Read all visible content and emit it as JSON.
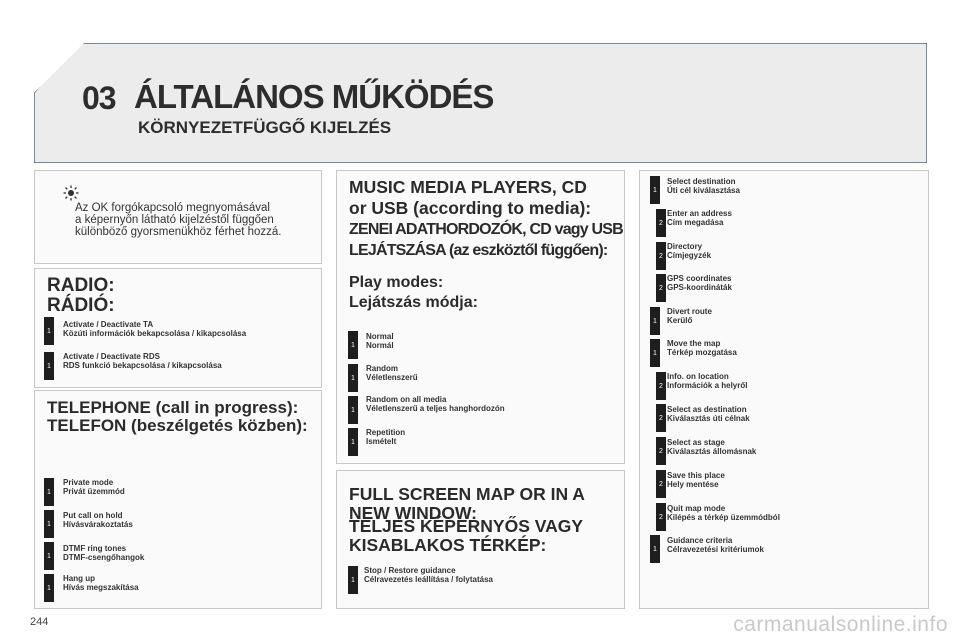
{
  "header": {
    "chapter": "03",
    "title": "ÁLTALÁNOS MŰKÖDÉS",
    "subtitle": "KÖRNYEZETFÜGGŐ KIJELZÉS"
  },
  "note": {
    "icon": "sun-bulb-icon",
    "lines": [
      "Az OK forgókapcsoló megnyomásával",
      "a képernyőn látható kijelzéstől függően",
      "különböző gyorsmenükhöz férhet hozzá."
    ]
  },
  "radio": {
    "title1": "RADIO:",
    "title2": "RÁDIÓ:",
    "items": [
      {
        "badge": "1",
        "en": "Activate / Deactivate TA",
        "hu": "Közúti információk bekapcsolása / kikapcsolása"
      },
      {
        "badge": "1",
        "en": "Activate / Deactivate RDS",
        "hu": "RDS funkció bekapcsolása / kikapcsolása"
      }
    ]
  },
  "telephone": {
    "title1": "TELEPHONE (call in progress):",
    "title2": "TELEFON (beszélgetés közben):",
    "items": [
      {
        "badge": "1",
        "en": "Private mode",
        "hu": "Privát üzemmód"
      },
      {
        "badge": "1",
        "en": "Put call on hold",
        "hu": "Hívásvárakoztatás"
      },
      {
        "badge": "1",
        "en": "DTMF ring tones",
        "hu": "DTMF-csengőhangok"
      },
      {
        "badge": "1",
        "en": "Hang up",
        "hu": "Hívás megszakítása"
      }
    ]
  },
  "music": {
    "title1": "MUSIC MEDIA PLAYERS, CD",
    "title2": "or USB (according to media):",
    "title3": "ZENEI ADATHORDOZÓK, CD vagy USB",
    "title4": "LEJÁTSZÁSA (az eszköztől függően):",
    "sub1": "Play modes:",
    "sub2": "Lejátszás módja:",
    "items": [
      {
        "badge": "1",
        "en": "Normal",
        "hu": "Normál"
      },
      {
        "badge": "1",
        "en": "Random",
        "hu": "Véletlenszerű"
      },
      {
        "badge": "1",
        "en": "Random on all media",
        "hu": "Véletlenszerű a teljes hanghordozón"
      },
      {
        "badge": "1",
        "en": "Repetition",
        "hu": "Ismételt"
      }
    ]
  },
  "map": {
    "title1": "FULL SCREEN MAP OR IN A",
    "title2": "NEW WINDOW:",
    "title3": "TELJES KÉPERNYŐS VAGY",
    "title4": "KISABLAKOS TÉRKÉP:",
    "items": [
      {
        "badge": "1",
        "en": "Stop / Restore guidance",
        "hu": "Célravezetés leállítása / folytatása"
      }
    ]
  },
  "nav": {
    "items": [
      {
        "badge": "1",
        "en": "Select destination",
        "hu": "Úti cél kiválasztása"
      },
      {
        "badge": "2",
        "en": "Enter an address",
        "hu": "Cím megadása"
      },
      {
        "badge": "2",
        "en": "Directory",
        "hu": "Címjegyzék"
      },
      {
        "badge": "2",
        "en": "GPS coordinates",
        "hu": "GPS-koordináták"
      },
      {
        "badge": "1",
        "en": "Divert route",
        "hu": "Kerülő"
      },
      {
        "badge": "1",
        "en": "Move the map",
        "hu": "Térkép mozgatása"
      },
      {
        "badge": "2",
        "en": "Info. on location",
        "hu": "Információk a helyről"
      },
      {
        "badge": "2",
        "en": "Select as destination",
        "hu": "Kiválasztás úti célnak"
      },
      {
        "badge": "2",
        "en": "Select as stage",
        "hu": "Kiválasztás állomásnak"
      },
      {
        "badge": "2",
        "en": "Save this place",
        "hu": "Hely mentése"
      },
      {
        "badge": "2",
        "en": "Quit map mode",
        "hu": "Kilépés a térkép üzemmódból"
      },
      {
        "badge": "1",
        "en": "Guidance criteria",
        "hu": "Célravezetési kritériumok"
      }
    ]
  },
  "footer": {
    "page": "244",
    "watermark": "carmanualsonline.info"
  }
}
